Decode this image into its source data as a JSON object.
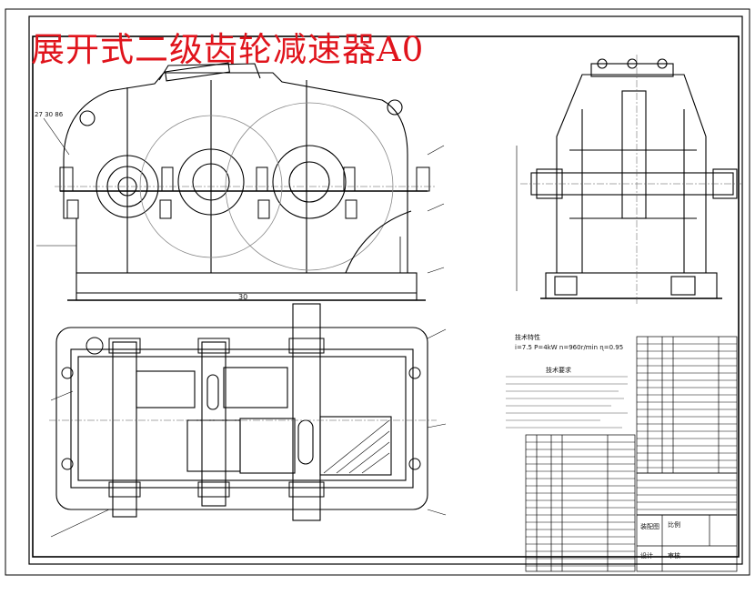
{
  "drawing": {
    "title": "展开式二级齿轮减速器A0",
    "title_color": "#e0141c",
    "line_color": "#000000",
    "background": "#ffffff"
  },
  "front_view": {
    "dimension_label": "30",
    "left_callout": "27 30 86"
  },
  "notes": {
    "spec_line_1": "技术特性",
    "spec_line_2": "i=7.5 P=4kW n=960r/min ɳ=0.95",
    "requirements_title": "技术要求"
  },
  "title_block": {
    "label_a": "装配图",
    "label_b": "比例",
    "label_c": "设计",
    "label_d": "审核"
  }
}
